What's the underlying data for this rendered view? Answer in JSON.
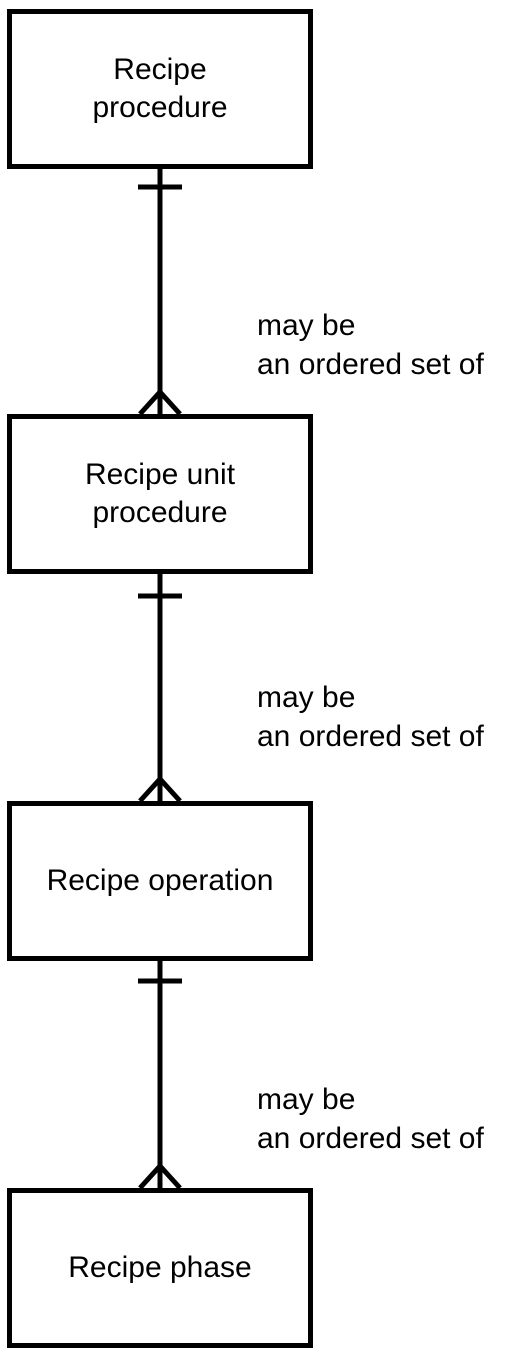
{
  "entities": [
    {
      "id": "recipe-procedure",
      "line1": "Recipe",
      "line2": "procedure"
    },
    {
      "id": "recipe-unit-procedure",
      "line1": "Recipe unit",
      "line2": "procedure"
    },
    {
      "id": "recipe-operation",
      "line1": "Recipe operation",
      "line2": ""
    },
    {
      "id": "recipe-phase",
      "line1": "Recipe phase",
      "line2": ""
    }
  ],
  "relationships": [
    {
      "line1": "may be",
      "line2": "an ordered set of",
      "from": "one",
      "to": "many"
    },
    {
      "line1": "may be",
      "line2": "an ordered set of",
      "from": "one",
      "to": "many"
    },
    {
      "line1": "may be",
      "line2": "an ordered set of",
      "from": "one",
      "to": "many"
    }
  ]
}
